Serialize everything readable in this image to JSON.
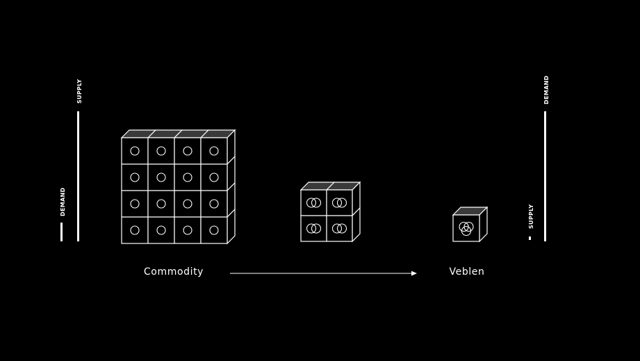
{
  "labels": {
    "commodity": "Commodity",
    "veblen": "Veblen"
  },
  "left_bars": {
    "supply_label": "SUPPLY",
    "demand_label": "DEMAND",
    "supply_level": 1.0,
    "demand_level": 0.15
  },
  "right_bars": {
    "supply_label": "SUPPLY",
    "demand_label": "DEMAND",
    "supply_level": 0.03,
    "demand_level": 1.0
  },
  "cubes": {
    "commodity_grid": {
      "rows": 4,
      "cols": 4,
      "icon": "circle-icon"
    },
    "middle_grid": {
      "rows": 2,
      "cols": 2,
      "icon": "two-circles-icon"
    },
    "veblen_cube": {
      "rows": 1,
      "cols": 1,
      "icon": "three-circles-icon"
    }
  },
  "colors": {
    "background": "#000000",
    "stroke": "#ffffff",
    "top_face": "#3a3a3a"
  }
}
